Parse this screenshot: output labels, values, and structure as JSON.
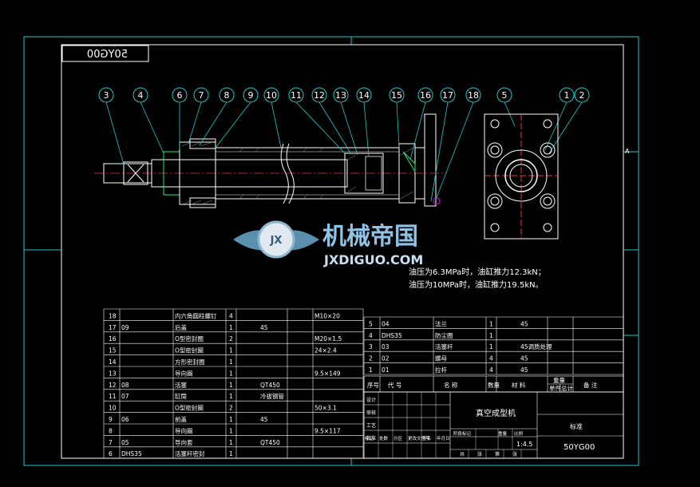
{
  "drawing": {
    "code_mirrored": "50YG00",
    "balloons": [
      "3",
      "4",
      "6",
      "7",
      "8",
      "9",
      "10",
      "11",
      "12",
      "13",
      "14",
      "15",
      "16",
      "17",
      "18",
      "5",
      "1",
      "2"
    ],
    "zone_marker": "A",
    "notes": [
      "油压为6.3MPa时，油缸推力12.3kN；",
      "油压为10MPa时，油缸推力19.5kN。"
    ],
    "watermark": {
      "cn": "机械帝国",
      "en": "JXDIGUO.COM",
      "badge": "JX"
    }
  },
  "bom_left": [
    {
      "no": "18",
      "code": "",
      "name": "内六角圆柱螺钉",
      "qty": "4",
      "material": "",
      "remark": "M10×20"
    },
    {
      "no": "17",
      "code": "09",
      "name": "后盖",
      "qty": "1",
      "material": "45",
      "remark": ""
    },
    {
      "no": "16",
      "code": "",
      "name": "O型密封圈",
      "qty": "2",
      "material": "",
      "remark": "M20×1.5"
    },
    {
      "no": "15",
      "code": "",
      "name": "O型密封圈",
      "qty": "1",
      "material": "",
      "remark": "24×2.4"
    },
    {
      "no": "14",
      "code": "",
      "name": "方形密封圈",
      "qty": "1",
      "material": "",
      "remark": ""
    },
    {
      "no": "13",
      "code": "",
      "name": "导向圈",
      "qty": "1",
      "material": "",
      "remark": "9.5×149"
    },
    {
      "no": "12",
      "code": "08",
      "name": "活塞",
      "qty": "1",
      "material": "QT450",
      "remark": ""
    },
    {
      "no": "11",
      "code": "07",
      "name": "缸筒",
      "qty": "1",
      "material": "冷拔钢管",
      "remark": ""
    },
    {
      "no": "10",
      "code": "",
      "name": "O型密封圈",
      "qty": "2",
      "material": "",
      "remark": "50×3.1"
    },
    {
      "no": "9",
      "code": "06",
      "name": "前盖",
      "qty": "1",
      "material": "45",
      "remark": ""
    },
    {
      "no": "8",
      "code": "",
      "name": "导向圈",
      "qty": "1",
      "material": "",
      "remark": "9.5×117"
    },
    {
      "no": "7",
      "code": "05",
      "name": "导向套",
      "qty": "1",
      "material": "QT450",
      "remark": ""
    },
    {
      "no": "6",
      "code": "DHS35",
      "name": "活塞杆密封",
      "qty": "1",
      "material": "",
      "remark": ""
    }
  ],
  "bom_right": [
    {
      "no": "5",
      "code": "04",
      "name": "法兰",
      "qty": "1",
      "material": "45",
      "remark": ""
    },
    {
      "no": "4",
      "code": "DHS35",
      "name": "防尘圈",
      "qty": "1",
      "material": "",
      "remark": ""
    },
    {
      "no": "3",
      "code": "03",
      "name": "活塞杆",
      "qty": "1",
      "material": "45调质处理",
      "remark": ""
    },
    {
      "no": "2",
      "code": "02",
      "name": "螺母",
      "qty": "4",
      "material": "45",
      "remark": ""
    },
    {
      "no": "1",
      "code": "01",
      "name": "拉杆",
      "qty": "4",
      "material": "45",
      "remark": ""
    }
  ],
  "bom_header": [
    "序号",
    "代 号",
    "名 称",
    "数量",
    "材 料",
    "单件",
    "总计",
    "备 注"
  ],
  "bom_header_weight": "重量",
  "title_block": {
    "product_name": "真空成型机",
    "scale": "1:4.5",
    "drawing_no": "50YG00",
    "company": "标准",
    "labels": [
      "标记",
      "处数",
      "分区",
      "更改文件号",
      "签名",
      "年月日"
    ],
    "labels2": [
      "设计",
      "审核",
      "工艺",
      "批准"
    ],
    "stage_labels": [
      "阶段标记",
      "重量",
      "比例"
    ],
    "sheet_labels": [
      "共",
      "张",
      "第",
      "张"
    ]
  }
}
